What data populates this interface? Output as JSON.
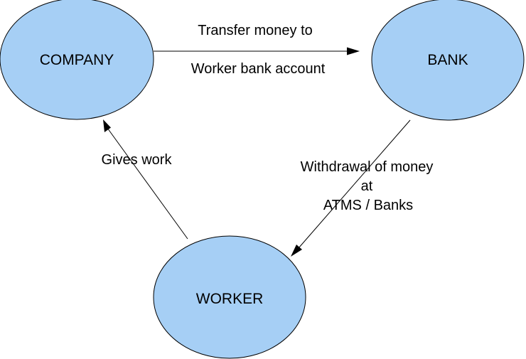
{
  "diagram": {
    "nodes": {
      "company": {
        "label": "COMPANY"
      },
      "bank": {
        "label": "BANK"
      },
      "worker": {
        "label": "WORKER"
      }
    },
    "edges": {
      "company_to_bank": {
        "label_line1": "Transfer money to",
        "label_line2": "Worker bank account"
      },
      "bank_to_worker": {
        "label_line1": "Withdrawal of money",
        "label_line2": "at",
        "label_line3": "ATMS / Banks"
      },
      "worker_to_company": {
        "label": "Gives work"
      }
    }
  },
  "colors": {
    "node_fill": "#a6cff5",
    "outline": "#000000",
    "background": "#ffffff"
  }
}
